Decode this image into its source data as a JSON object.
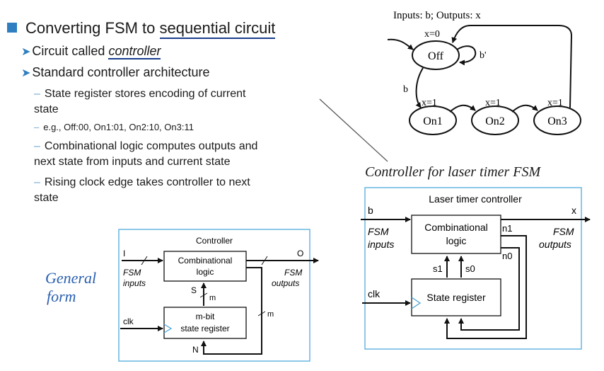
{
  "slide": {
    "title_prefix": "Converting FSM to ",
    "title_underlined": "sequential circuit",
    "bullets": {
      "circuit_called_prefix": "Circuit called ",
      "circuit_called_term": "controller",
      "standard_arch": "Standard controller architecture"
    },
    "sub_bullets": {
      "state_register_line1": "State register stores encoding of current",
      "state_register_line2": "state",
      "example": "e.g., Off:00, On1:01, On2:10, On3:11",
      "comb_logic_line1": "Combinational logic computes outputs and",
      "comb_logic_line2": "next state from inputs and current state",
      "rising_edge_line1": "Rising clock edge takes controller to next",
      "rising_edge_line2": "state"
    }
  },
  "fsm": {
    "header": "Inputs: b; Outputs: x",
    "states": [
      "Off",
      "On1",
      "On2",
      "On3"
    ],
    "off_output": "x=0",
    "on_outputs": [
      "x=1",
      "x=1",
      "x=1"
    ],
    "self_loop_label": "b'",
    "transition_label": "b"
  },
  "general_form": {
    "label_line1": "General",
    "label_line2": "form",
    "box_title": "Controller",
    "input_label": "I",
    "output_label": "O",
    "inputs_line1": "FSM",
    "inputs_line2": "inputs",
    "outputs_line1": "FSM",
    "outputs_line2": "outputs",
    "comb_line1": "Combinational",
    "comb_line2": "logic",
    "state_label": "S",
    "m_label_1": "m",
    "m_label_2": "m",
    "reg_line1": "m-bit",
    "reg_line2": "state register",
    "clk": "clk",
    "next_label": "N"
  },
  "laser": {
    "caption": "Controller for laser timer FSM",
    "box_title": "Laser timer controller",
    "input_label": "b",
    "output_label": "x",
    "inputs_line1": "FSM",
    "inputs_line2": "inputs",
    "outputs_line1": "FSM",
    "outputs_line2": "outputs",
    "comb_line1": "Combinational",
    "comb_line2": "logic",
    "n1": "n1",
    "n0": "n0",
    "s1": "s1",
    "s0": "s0",
    "clk": "clk",
    "reg_label": "State register"
  }
}
